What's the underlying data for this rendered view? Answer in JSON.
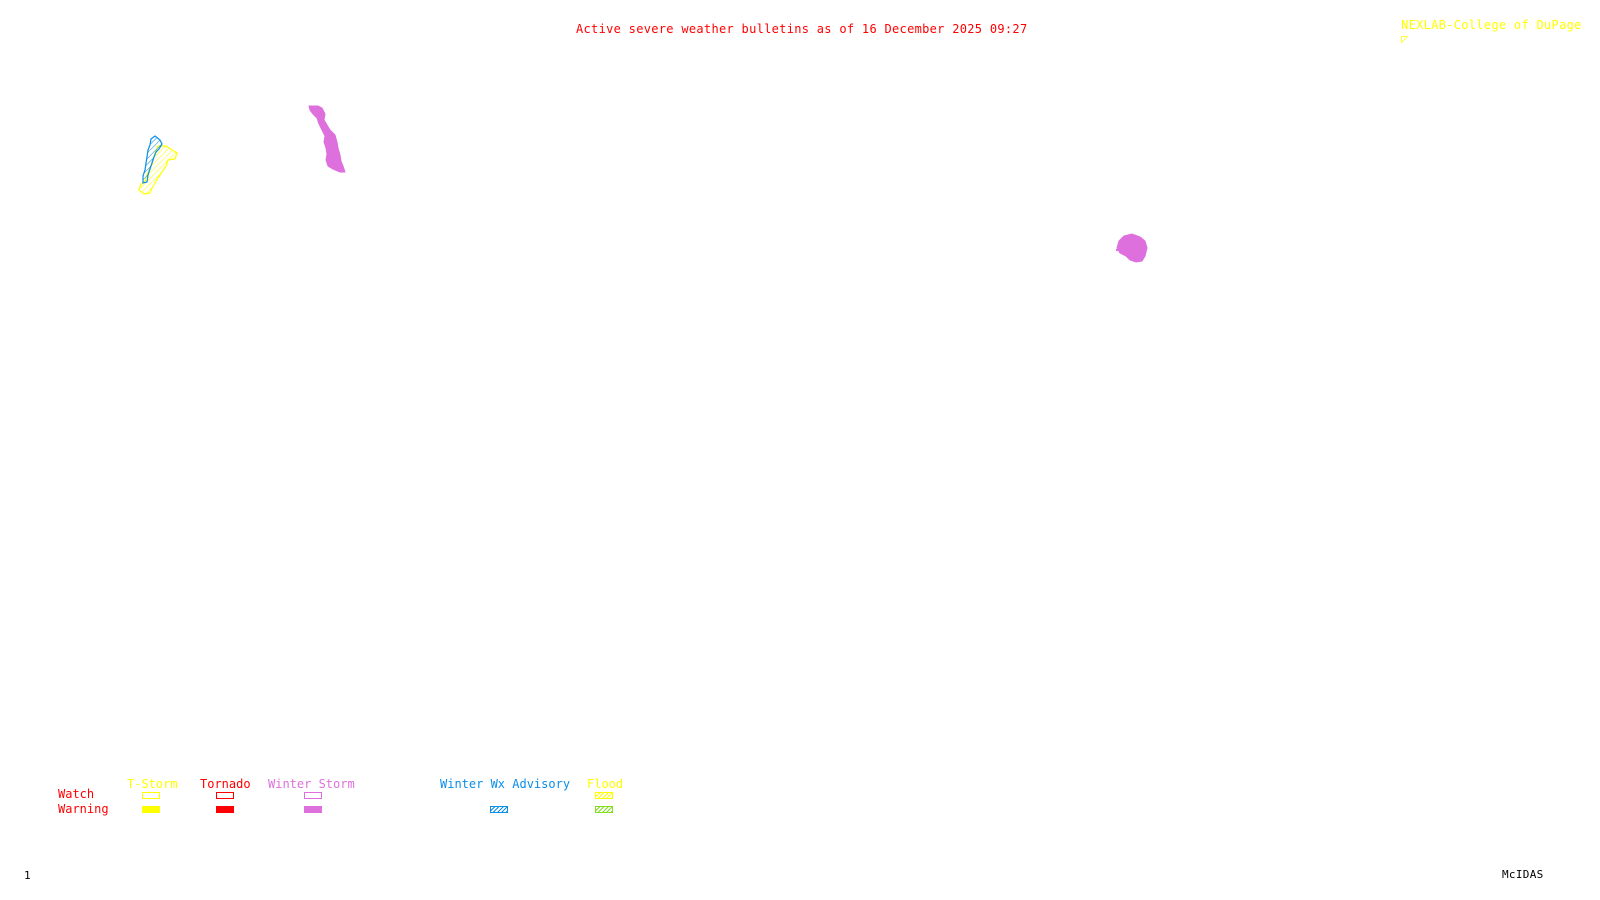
{
  "header": {
    "title": "Active severe weather bulletins as of 16 December 2025 09:27",
    "title_color": "#ff0000",
    "credit": "NEXLAB-College of DuPage",
    "credit_color": "#ffff00"
  },
  "footer": {
    "frame_number": "1",
    "software": "McIDAS"
  },
  "legend": {
    "row_labels": {
      "watch": "Watch",
      "warning": "Warning",
      "color": "#ff0000"
    },
    "categories": [
      {
        "name": "T-Storm",
        "color": "#ffff00",
        "watch": "outline",
        "warning": "filled"
      },
      {
        "name": "Tornado",
        "color": "#ff0000",
        "watch": "outline",
        "warning": "filled"
      },
      {
        "name": "Winter Storm",
        "color": "#dd70dd",
        "watch": "outline",
        "warning": "filled"
      },
      {
        "name": "Winter Wx Advisory",
        "color": "#0a8ee8",
        "watch": "none",
        "warning": "hatched"
      },
      {
        "name": "Flood",
        "color": "#ffff00",
        "watch": "hatched",
        "warning": "hatched",
        "warning_color": "#80dd20"
      }
    ]
  },
  "alerts": [
    {
      "type": "Winter Wx Advisory",
      "style": "hatched",
      "color": "#0a8ee8",
      "region": "west-northwest"
    },
    {
      "type": "Flood Watch",
      "style": "hatched",
      "color": "#ffff00",
      "region": "west-northwest"
    },
    {
      "type": "Winter Storm Warning",
      "style": "filled",
      "color": "#dd70dd",
      "region": "northwest-interior"
    },
    {
      "type": "Winter Storm Warning",
      "style": "filled",
      "color": "#dd70dd",
      "region": "northeast"
    }
  ]
}
